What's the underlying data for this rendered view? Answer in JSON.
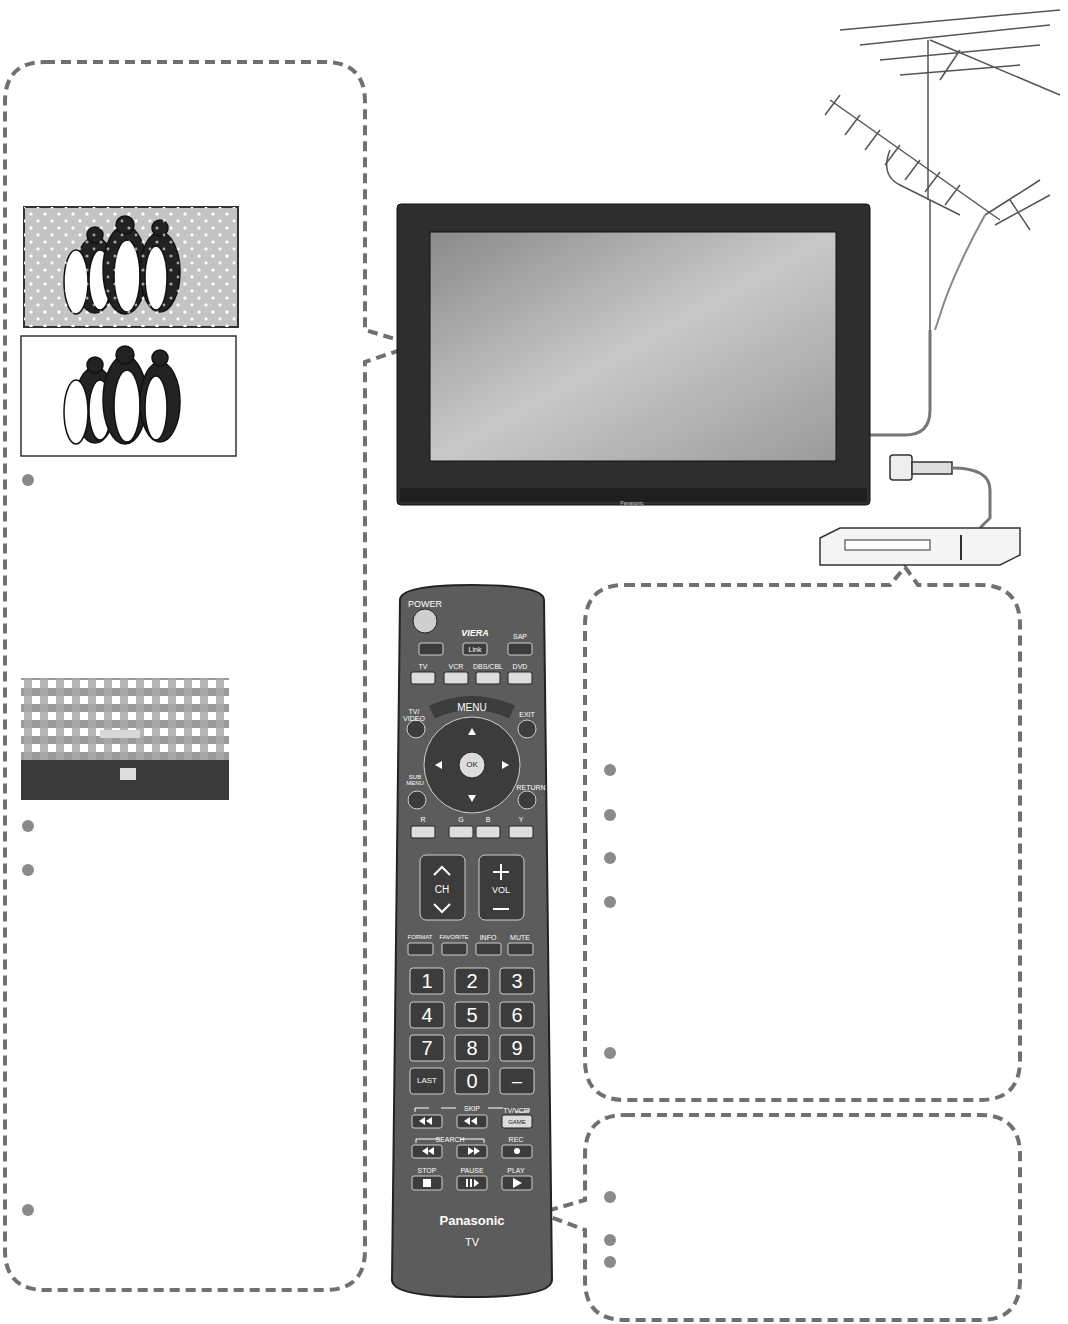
{
  "diagram": {
    "labels": [
      "POWER",
      "VIERA",
      "Link",
      "SAP",
      "TV",
      "VCR",
      "DBS/CBL",
      "DVD",
      "TV/ VIDEO",
      "MENU",
      "EXIT",
      "OK",
      "SUB MENU",
      "RETURN",
      "R",
      "G",
      "B",
      "Y",
      "CH",
      "VOL",
      "FORMAT",
      "FAVORITE",
      "INFO",
      "MUTE",
      "1",
      "2",
      "3",
      "4",
      "5",
      "6",
      "7",
      "8",
      "9",
      "LAST",
      "0",
      "–",
      "SKIP",
      "TV/VCR",
      "GAME",
      "SEARCH",
      "REC",
      "STOP",
      "PAUSE",
      "PLAY",
      "Panasonic",
      "TV",
      "Panasonic"
    ]
  }
}
